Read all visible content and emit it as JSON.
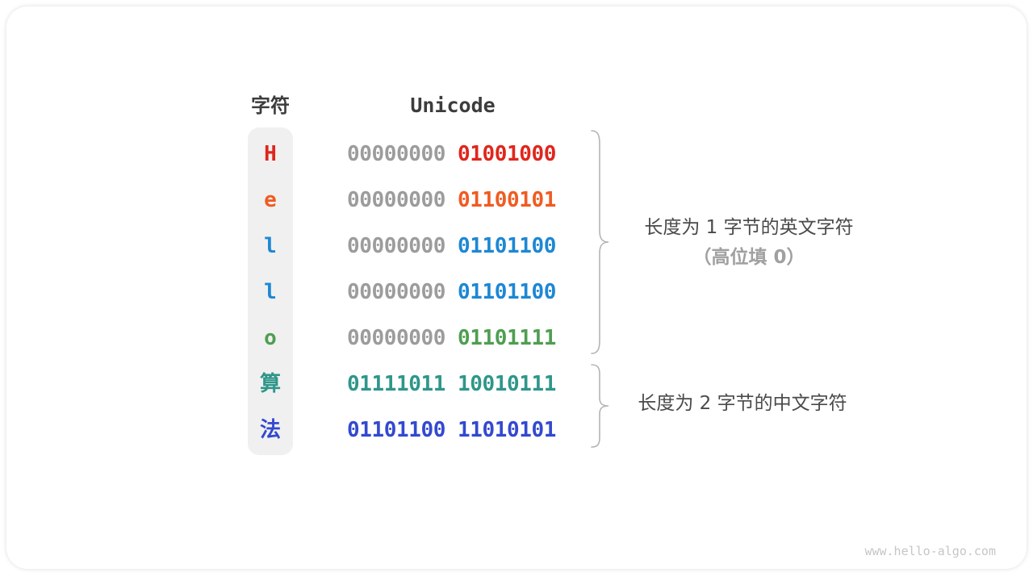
{
  "header": {
    "char_col": "字符",
    "unicode_col": "Unicode"
  },
  "rows": [
    {
      "char": "H",
      "char_color": "#e0261c",
      "byte1": "00000000",
      "byte1_color": "#9c9c9c",
      "byte2": "01001000",
      "byte2_color": "#e0261c"
    },
    {
      "char": "e",
      "char_color": "#f05b22",
      "byte1": "00000000",
      "byte1_color": "#9c9c9c",
      "byte2": "01100101",
      "byte2_color": "#f05b22"
    },
    {
      "char": "l",
      "char_color": "#1d87d4",
      "byte1": "00000000",
      "byte1_color": "#9c9c9c",
      "byte2": "01101100",
      "byte2_color": "#1d87d4"
    },
    {
      "char": "l",
      "char_color": "#1d87d4",
      "byte1": "00000000",
      "byte1_color": "#9c9c9c",
      "byte2": "01101100",
      "byte2_color": "#1d87d4"
    },
    {
      "char": "o",
      "char_color": "#4f9e51",
      "byte1": "00000000",
      "byte1_color": "#9c9c9c",
      "byte2": "01101111",
      "byte2_color": "#4f9e51"
    },
    {
      "char": "算",
      "char_color": "#2f968a",
      "byte1": "01111011",
      "byte1_color": "#2f968a",
      "byte2": "10010111",
      "byte2_color": "#2f968a"
    },
    {
      "char": "法",
      "char_color": "#3349d0",
      "byte1": "01101100",
      "byte1_color": "#3349d0",
      "byte2": "11010101",
      "byte2_color": "#3349d0"
    }
  ],
  "annotations": {
    "group1_line1": "长度为 1 字节的英文字符",
    "group1_line2": "（高位填 0）",
    "group2_line1": "长度为 2 字节的中文字符"
  },
  "watermark": "www.hello-algo.com",
  "colors": {
    "leading_zero_gray": "#9c9c9c",
    "brace_gray": "#b4b4b4",
    "char_column_bg": "#f0f0f0",
    "label_dark": "#4a4a4a",
    "label_gray": "#a0a0a0"
  }
}
